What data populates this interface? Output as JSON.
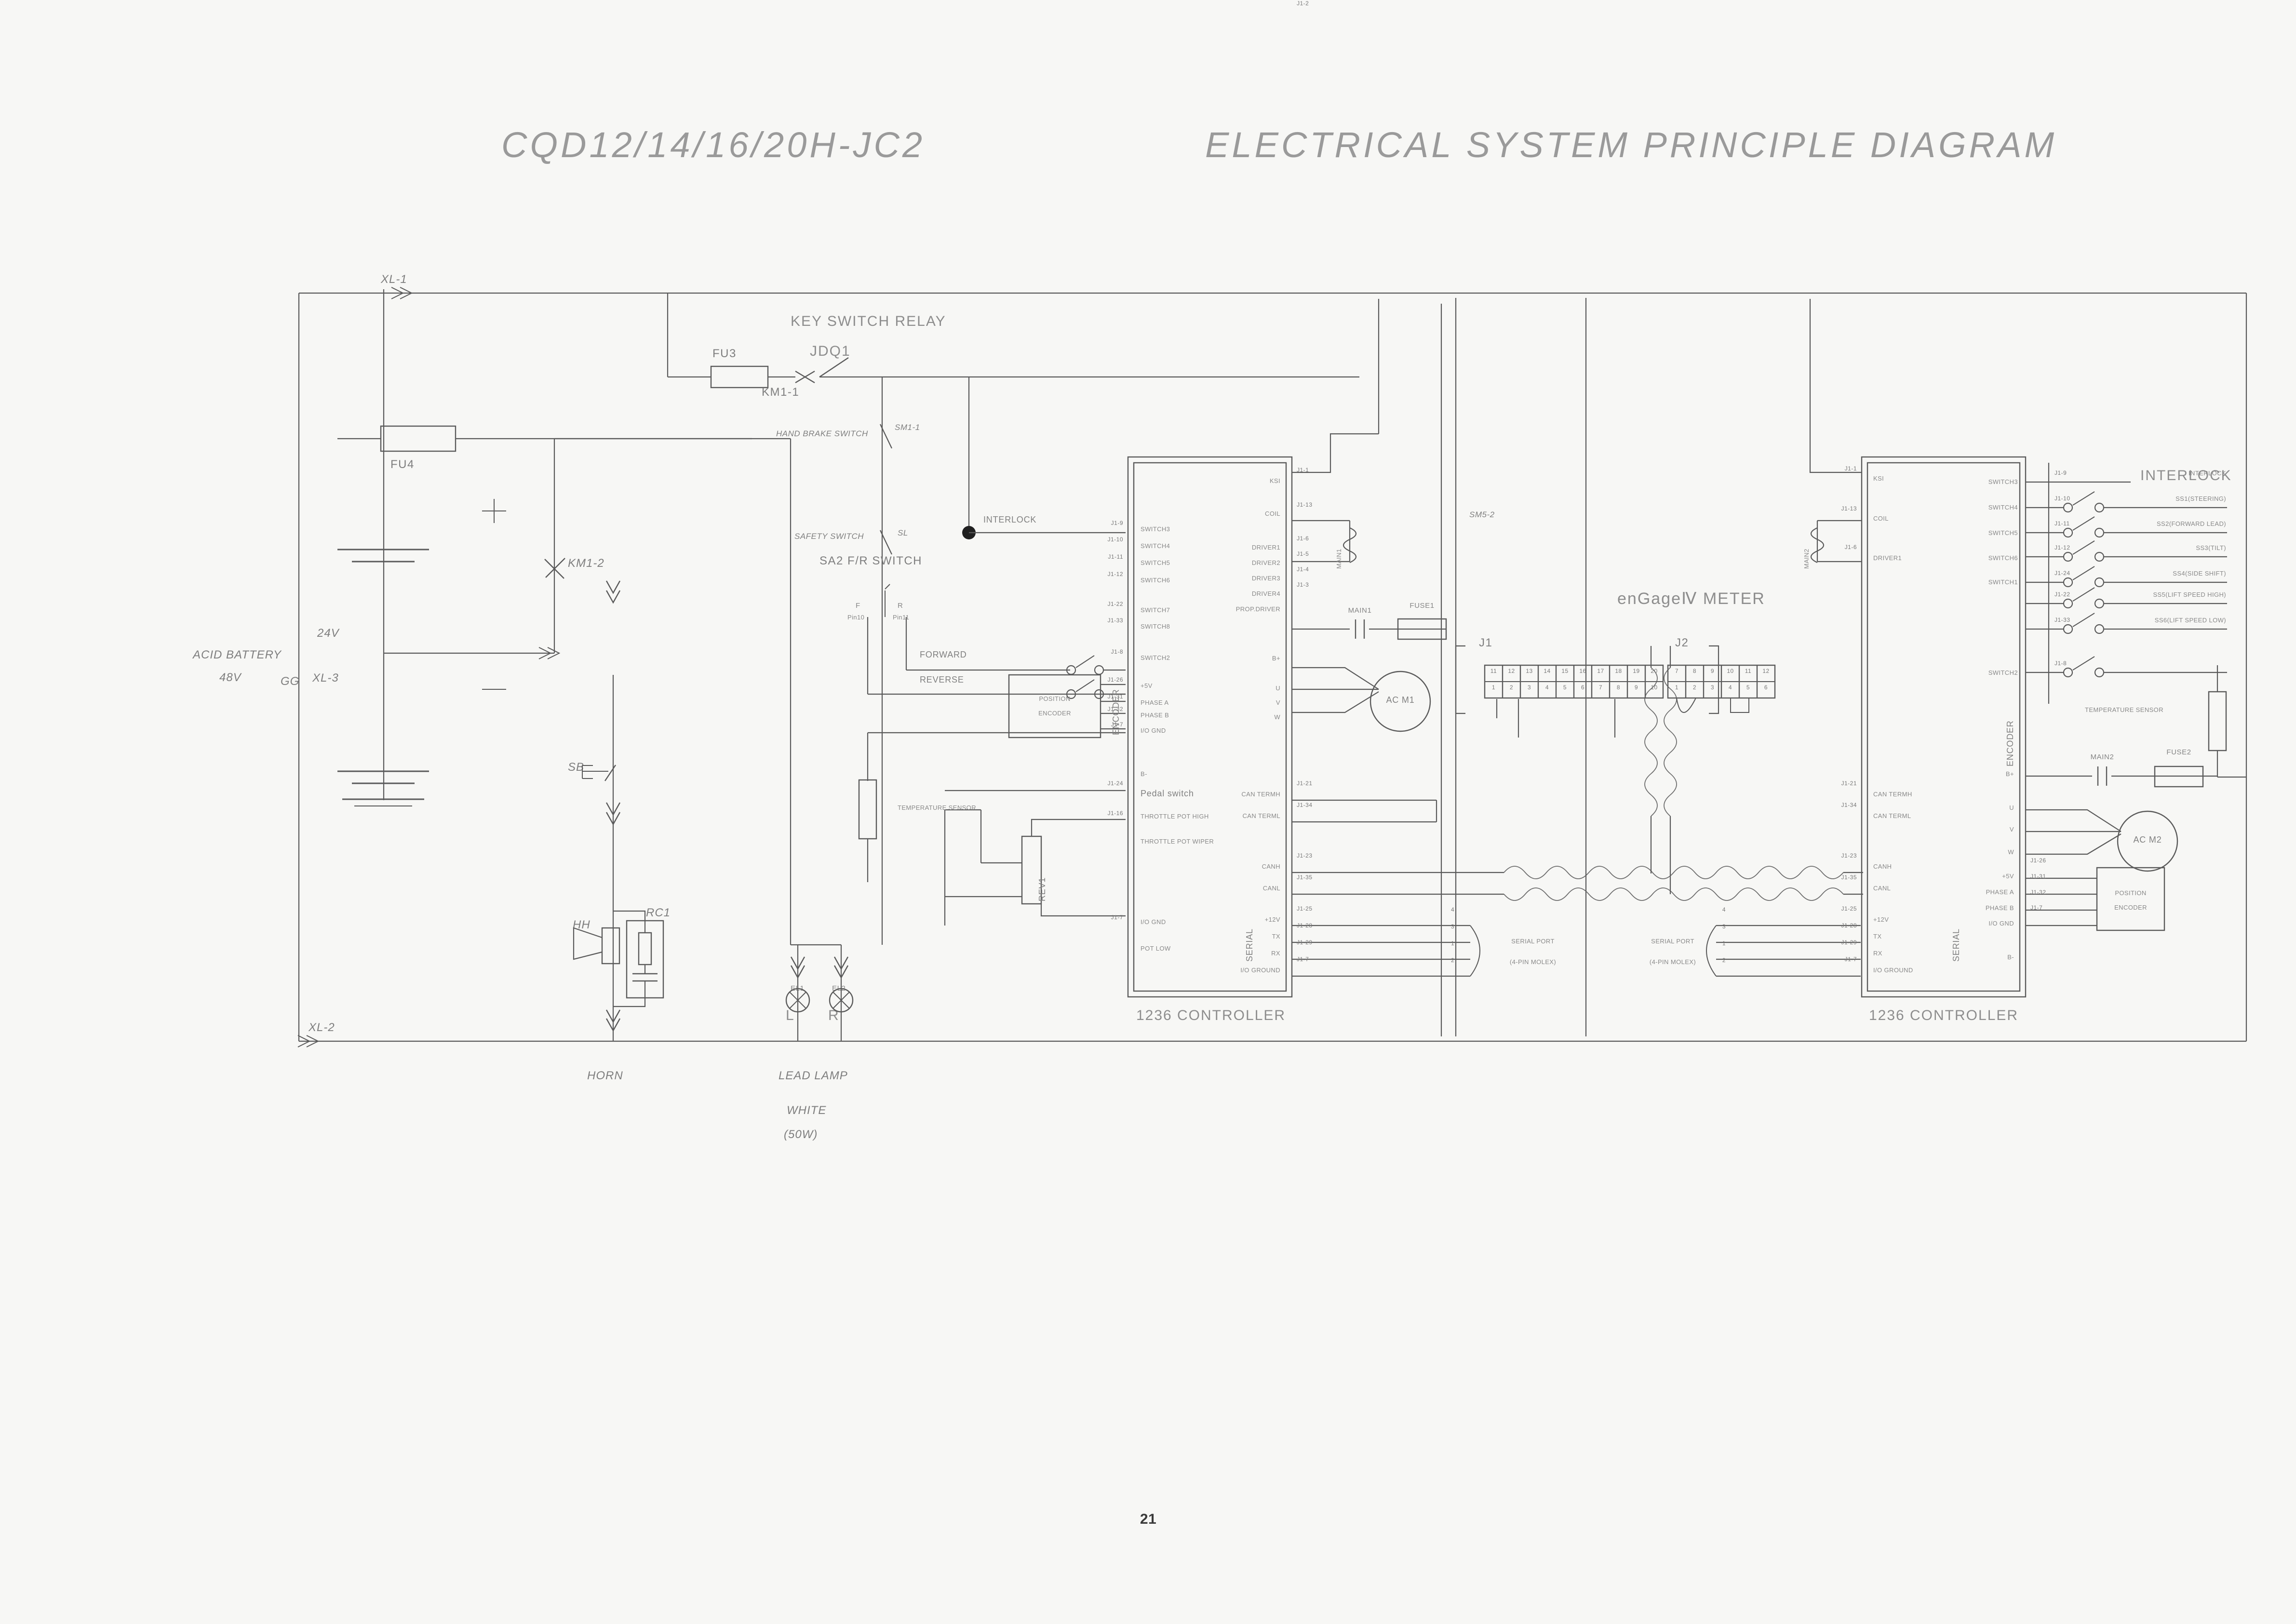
{
  "sheet": {
    "title_model": "CQD12/14/16/20H-JC2",
    "title_rest": "ELECTRICAL SYSTEM PRINCIPLE DIAGRAM",
    "page_number": "21"
  },
  "power": {
    "battery_label_line1": "ACID BATTERY",
    "battery_label_line2": "48V",
    "battery_gg": "GG",
    "battery_plus": "+",
    "battery_minus": "−",
    "tap_voltage": "24V",
    "terminal_xl1": "XL-1",
    "terminal_xl2": "XL-2",
    "terminal_xl3": "XL-3",
    "fuse_fu4": "FU4",
    "fuse_fu3": "FU3",
    "contact_km1_2": "KM1-2",
    "contact_km1_1": "KM1-1"
  },
  "key_relay": {
    "title": "KEY SWITCH RELAY",
    "designator": "JDQ1",
    "hand_brake_switch": "HAND BRAKE SWITCH",
    "hand_brake_ref": "SM1-1",
    "safety_switch": "SAFETY SWITCH",
    "safety_ref": "SL",
    "sm5_2": "SM5-2"
  },
  "loads": {
    "horn_label": "HORN",
    "horn_ref": "HH",
    "horn_rc": "RC1",
    "lamp_label": "LEAD LAMP",
    "lamp_color": "WHITE",
    "lamp_power": "(50W)",
    "lamp_left_ref": "EL1",
    "lamp_right_ref": "EL2",
    "lamp_left_side": "L",
    "lamp_right_side": "R",
    "button_sb": "SB"
  },
  "fr_switch": {
    "name": "SA2 F/R SWITCH",
    "f_label": "F",
    "f_pin": "Pin10",
    "r_label": "R",
    "r_pin": "Pin11",
    "forward": "FORWARD",
    "reverse": "REVERSE",
    "interlock": "INTERLOCK"
  },
  "left_peripherals": {
    "temperature_sensor": "TEMPERATURE SENSOR",
    "position_encoder_l1": "POSITION",
    "position_encoder_l2": "ENCODER",
    "rev1": "REV1"
  },
  "left_controller": {
    "title": "1236 CONTROLLER",
    "left_signals": [
      {
        "pin": "J1-9",
        "name": "SWITCH3"
      },
      {
        "pin": "J1-10",
        "name": "SWITCH4"
      },
      {
        "pin": "J1-11",
        "name": "SWITCH5"
      },
      {
        "pin": "J1-12",
        "name": "SWITCH6"
      },
      {
        "pin": "J1-22",
        "name": "SWITCH7"
      },
      {
        "pin": "J1-33",
        "name": "SWITCH8"
      },
      {
        "pin": "J1-8",
        "name": "SWITCH2"
      },
      {
        "pin": "J1-26",
        "name": "+5V"
      },
      {
        "pin": "J1-31",
        "name": "PHASE A"
      },
      {
        "pin": "J1-32",
        "name": "PHASE B"
      },
      {
        "pin": "J1-7",
        "name": "I/O GND"
      }
    ],
    "left_lower": [
      {
        "pin": "",
        "name": "B-"
      },
      {
        "pin": "J1-24",
        "name": "Pedal switch"
      },
      {
        "pin": "",
        "name": "THROTTLE POT HIGH"
      },
      {
        "pin": "J1-16",
        "name": "THROTTLE POT WIPER"
      },
      {
        "pin": "J1-7",
        "name": "I/O GND"
      },
      {
        "pin": "",
        "name": "POT LOW"
      }
    ],
    "right_signals": [
      {
        "pin": "J1-1",
        "name": "KSI"
      },
      {
        "pin": "J1-13",
        "name": "COIL"
      },
      {
        "pin": "J1-6",
        "name": "DRIVER1"
      },
      {
        "pin": "J1-5",
        "name": "DRIVER2"
      },
      {
        "pin": "J1-4",
        "name": "DRIVER3"
      },
      {
        "pin": "J1-3",
        "name": "DRIVER4"
      },
      {
        "pin": "J1-2",
        "name": "PROP.DRIVER"
      },
      {
        "pin": "",
        "name": "B+"
      },
      {
        "pin": "",
        "name": "U"
      },
      {
        "pin": "",
        "name": "V"
      },
      {
        "pin": "",
        "name": "W"
      }
    ],
    "right_lower": [
      {
        "pin": "J1-21",
        "name": "CAN TERMH"
      },
      {
        "pin": "J1-34",
        "name": "CAN TERML"
      },
      {
        "pin": "J1-23",
        "name": "CANH"
      },
      {
        "pin": "J1-35",
        "name": "CANL"
      },
      {
        "pin": "J1-25",
        "name": "+12V",
        "port": "4"
      },
      {
        "pin": "J1-28",
        "name": "TX",
        "port": "3"
      },
      {
        "pin": "J1-29",
        "name": "RX",
        "port": "1"
      },
      {
        "pin": "J1-7",
        "name": "I/O GROUND",
        "port": "2"
      }
    ],
    "encoder_label": "ENCODER",
    "serial_label": "SERIAL",
    "main_coil": "MAIN1",
    "main_contact": "MAIN1",
    "fuse": "FUSE1",
    "motor": "AC M1",
    "serial_port_l1": "SERIAL PORT",
    "serial_port_l2": "(4-PIN MOLEX)"
  },
  "meter": {
    "title": "enGageⅣ METER",
    "j1_label": "J1",
    "j2_label": "J2",
    "j1_top_pins": [
      "11",
      "12",
      "13",
      "14",
      "15",
      "16",
      "17",
      "18",
      "19",
      "20"
    ],
    "j1_bottom_pins": [
      "1",
      "2",
      "3",
      "4",
      "5",
      "6",
      "7",
      "8",
      "9",
      "10"
    ],
    "j2_top_pins": [
      "7",
      "8",
      "9",
      "10",
      "11",
      "12"
    ],
    "j2_bottom_pins": [
      "1",
      "2",
      "3",
      "4",
      "5",
      "6"
    ]
  },
  "right_controller": {
    "title": "1236 CONTROLLER",
    "left_signals": [
      {
        "pin": "J1-1",
        "name": "KSI"
      },
      {
        "pin": "J1-13",
        "name": "COIL"
      },
      {
        "pin": "J1-6",
        "name": "DRIVER1"
      }
    ],
    "switch_names": [
      "SWITCH3",
      "SWITCH4",
      "SWITCH5",
      "SWITCH6",
      "SWITCH1",
      "SWITCH2"
    ],
    "interlock_title": "INTERLOCK",
    "interlock_rows": [
      {
        "pin": "J1-9",
        "switch": "SWITCH3",
        "name": "INTERLOCK"
      },
      {
        "pin": "J1-10",
        "switch": "SWITCH4",
        "name": "SS1(STEERING)"
      },
      {
        "pin": "J1-11",
        "switch": "SWITCH5",
        "name": "SS2(FORWARD LEAD)"
      },
      {
        "pin": "J1-12",
        "switch": "SWITCH6",
        "name": "SS3(TILT)"
      },
      {
        "pin": "J1-24",
        "switch": "SWITCH1",
        "name": "SS4(SIDE SHIFT)"
      },
      {
        "pin": "J1-22",
        "switch": "",
        "name": "SS5(LIFT SPEED HIGH)"
      },
      {
        "pin": "J1-33",
        "switch": "",
        "name": "SS6(LIFT SPEED LOW)"
      },
      {
        "pin": "J1-8",
        "switch": "SWITCH2",
        "name": ""
      }
    ],
    "lower_left": [
      {
        "pin": "J1-21",
        "name": "CAN TERMH"
      },
      {
        "pin": "J1-34",
        "name": "CAN TERML"
      },
      {
        "pin": "J1-23",
        "name": "CANH"
      },
      {
        "pin": "J1-35",
        "name": "CANL"
      },
      {
        "pin": "J1-25",
        "name": "+12V",
        "port": "4"
      },
      {
        "pin": "J1-28",
        "name": "TX",
        "port": "3"
      },
      {
        "pin": "J1-29",
        "name": "RX",
        "port": "1"
      },
      {
        "pin": "J1-7",
        "name": "I/O GROUND",
        "port": "2"
      }
    ],
    "right_signals": [
      {
        "pin": "",
        "name": "B+"
      },
      {
        "pin": "",
        "name": "U"
      },
      {
        "pin": "",
        "name": "V"
      },
      {
        "pin": "",
        "name": "W"
      },
      {
        "pin": "J1-26",
        "name": "+5V"
      },
      {
        "pin": "J1-31",
        "name": "PHASE A"
      },
      {
        "pin": "J1-32",
        "name": "PHASE B"
      },
      {
        "pin": "J1-7",
        "name": "I/O GND"
      },
      {
        "pin": "",
        "name": "B-"
      }
    ],
    "motor_phase_u": "U",
    "motor_phase_v": "V",
    "motor_phase_w": "W",
    "encoder_label": "ENCODER",
    "serial_label": "SERIAL",
    "main_coil": "MAIN2",
    "main_contact": "MAIN2",
    "fuse": "FUSE2",
    "motor": "AC M2",
    "temperature_sensor": "TEMPERATURE SENSOR",
    "position_encoder_l1": "POSITION",
    "position_encoder_l2": "ENCODER",
    "serial_port_l1": "SERIAL PORT",
    "serial_port_l2": "(4-PIN MOLEX)"
  }
}
